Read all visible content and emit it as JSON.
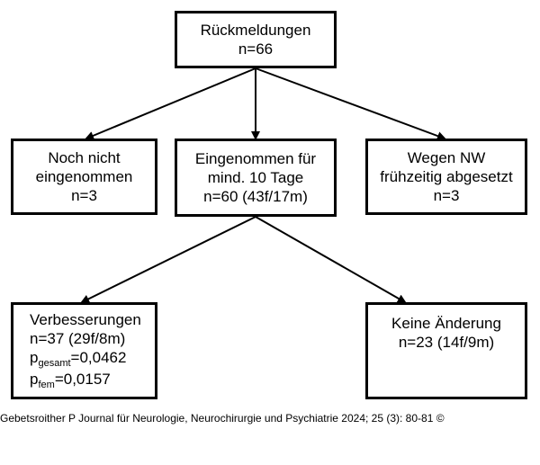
{
  "root": {
    "title": "Rückmeldungen",
    "count": "n=66"
  },
  "branch_left": {
    "line1": "Noch nicht",
    "line2": "eingenommen",
    "count": "n=3"
  },
  "branch_middle": {
    "line1": "Eingenommen für",
    "line2": "mind. 10 Tage",
    "count": "n=60 (43f/17m)"
  },
  "branch_right": {
    "line1": "Wegen NW",
    "line2": "frühzeitig abgesetzt",
    "count": "n=3"
  },
  "outcome_improved": {
    "title": "Verbesserungen",
    "count": "n=37 (29f/8m)",
    "p_total_symbol": "p",
    "p_total_sub": "gesamt",
    "p_total_value": "=0,0462",
    "p_fem_symbol": "p",
    "p_fem_sub": "fem",
    "p_fem_value": "=0,0157"
  },
  "outcome_nochange": {
    "title": "Keine Änderung",
    "count": "n=23 (14f/9m)"
  },
  "caption": "Gebetsroither P Journal für Neurologie, Neurochirurgie und Psychiatrie 2024; 25 (3): 80-81 ©"
}
